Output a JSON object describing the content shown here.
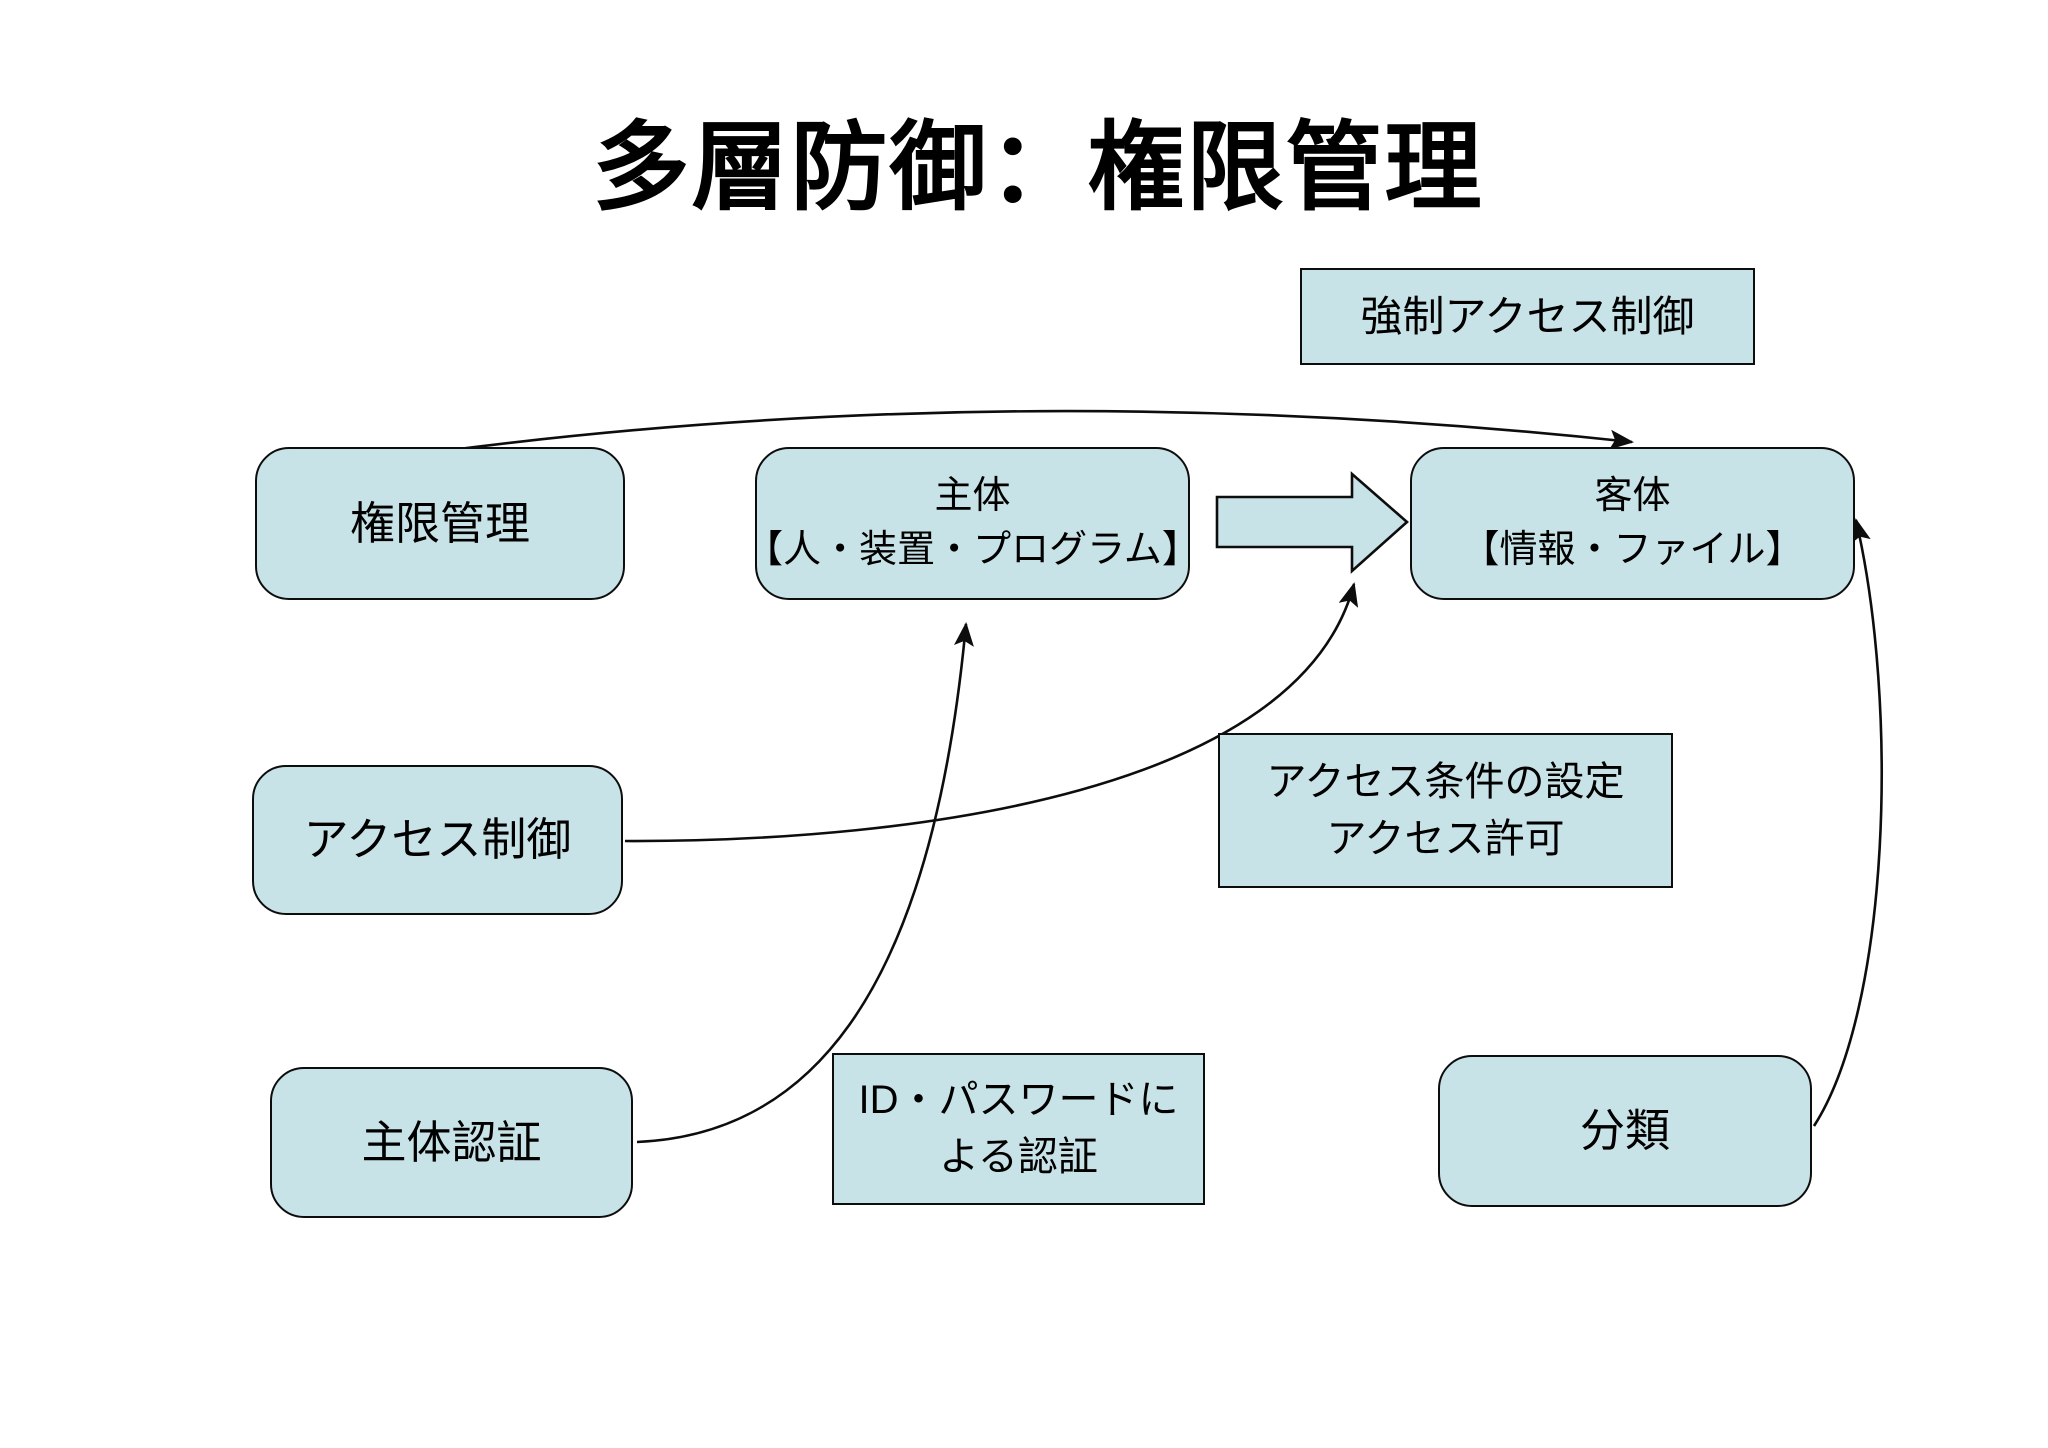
{
  "title": "多層防御：権限管理",
  "colors": {
    "page_bg": "#ffffff",
    "box_fill": "#c8e3e7",
    "box_border": "#0d0d0d",
    "line_color": "#0d0d0d"
  },
  "nodes": {
    "mandatory_access_control": {
      "label": "強制アクセス制御",
      "shape": "rect"
    },
    "permission_management": {
      "label": "権限管理",
      "shape": "rounded"
    },
    "subject": {
      "line1": "主体",
      "line2": "【人・装置・プログラム】",
      "shape": "rounded"
    },
    "object": {
      "line1": "客体",
      "line2": "【情報・ファイル】",
      "shape": "rounded"
    },
    "access_control": {
      "label": "アクセス制御",
      "shape": "rounded"
    },
    "access_condition": {
      "line1": "アクセス条件の設定",
      "line2": "アクセス許可",
      "shape": "rect"
    },
    "subject_authentication": {
      "label": "主体認証",
      "shape": "rounded"
    },
    "id_password_auth": {
      "line1": "ID・パスワードに",
      "line2": "よる認証",
      "shape": "rect"
    },
    "classification": {
      "label": "分類",
      "shape": "rounded"
    }
  },
  "edges": [
    {
      "from": "permission_management",
      "to": "object",
      "style": "curved-arrow"
    },
    {
      "from": "access_control",
      "to": "object",
      "style": "curved-arrow"
    },
    {
      "from": "subject_authentication",
      "to": "subject",
      "style": "curved-arrow"
    },
    {
      "from": "classification",
      "to": "object",
      "style": "curved-arrow"
    },
    {
      "from": "subject",
      "to": "object",
      "style": "block-arrow"
    }
  ]
}
